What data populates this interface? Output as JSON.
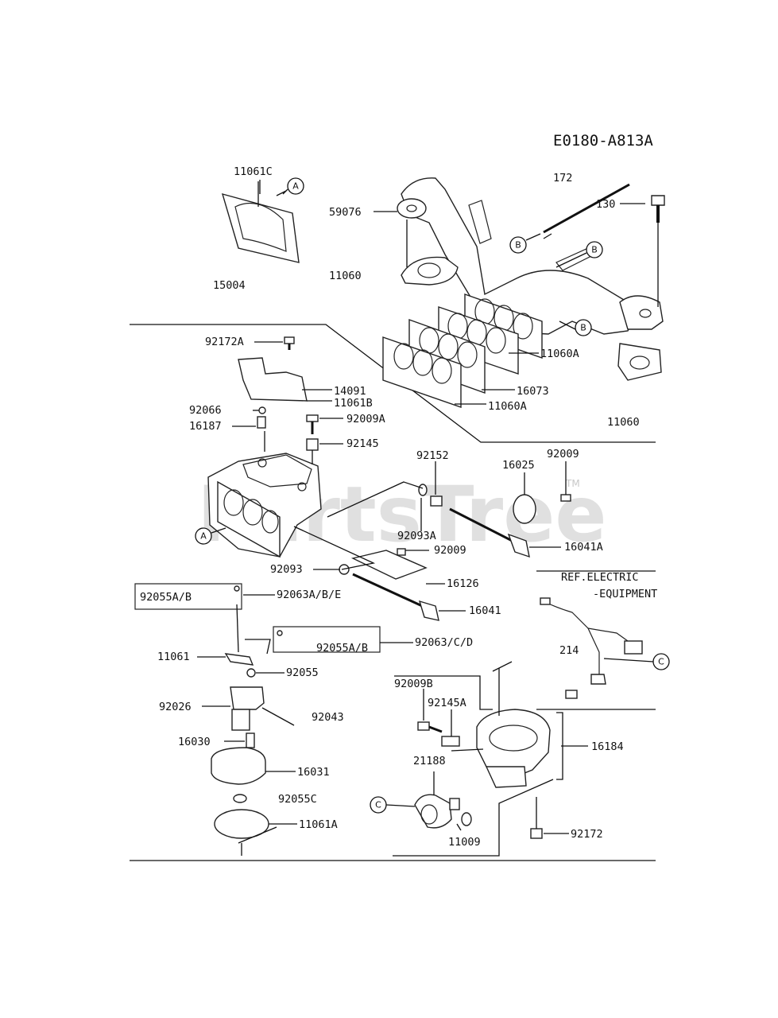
{
  "diagram": {
    "code": "E0180-A813A",
    "watermark": "PartsTree",
    "watermark_tm": "TM",
    "ref_note": [
      "REF.ELECTRIC",
      "-EQUIPMENT"
    ],
    "callouts": {
      "A": "A",
      "B": "B",
      "C": "C"
    },
    "labels": {
      "p11061C": "11061C",
      "p172": "172",
      "p59076": "59076",
      "p130": "130",
      "p11060_top": "11060",
      "p15004": "15004",
      "p92172A": "92172A",
      "p11060A_1": "11060A",
      "p16073": "16073",
      "p14091": "14091",
      "p11061B": "11061B",
      "p11060A_2": "11060A",
      "p92066": "92066",
      "p92009A": "92009A",
      "p11060_right": "11060",
      "p16187": "16187",
      "p92145": "92145",
      "p92152": "92152",
      "p16025": "16025",
      "p92009_a": "92009",
      "p92093A": "92093A",
      "p16041A": "16041A",
      "p92009_b": "92009",
      "p92093": "92093",
      "p16126": "16126",
      "p92055AB_1": "92055A/B",
      "p92063ABE": "92063A/B/E",
      "p16041": "16041",
      "p92055AB_2": "92055A/B",
      "p92063CD": "92063/C/D",
      "p11061": "11061",
      "p214": "214",
      "p92055": "92055",
      "p92009B": "92009B",
      "p92145A": "92145A",
      "p92026": "92026",
      "p92043": "92043",
      "p16184": "16184",
      "p16030": "16030",
      "p21188": "21188",
      "p16031": "16031",
      "p92055C": "92055C",
      "p11061A": "11061A",
      "p11009": "11009",
      "p92172": "92172"
    }
  }
}
